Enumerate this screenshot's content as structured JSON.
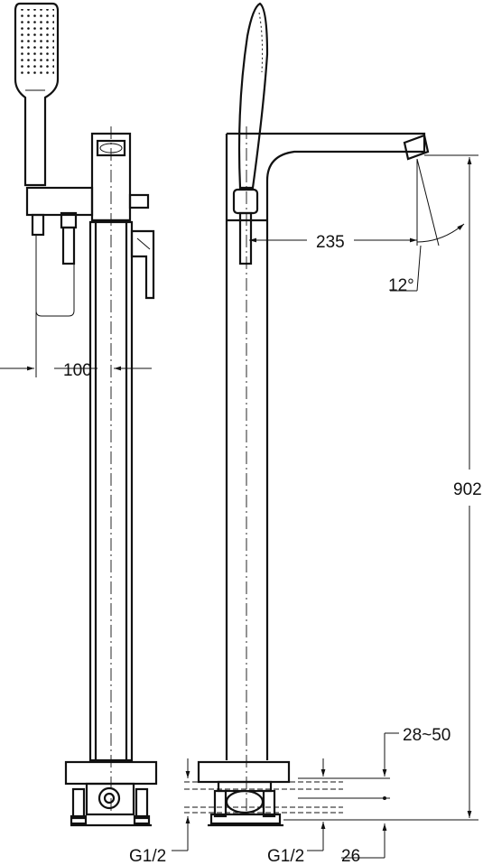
{
  "drawing": {
    "dimensions": {
      "handshower_offset": "100",
      "spout_reach": "235",
      "spout_angle": "12°",
      "total_height": "902",
      "floor_adjust": "28~50",
      "base_depth": "26",
      "inlet_left": "G1/2",
      "inlet_right": "G1/2"
    }
  }
}
